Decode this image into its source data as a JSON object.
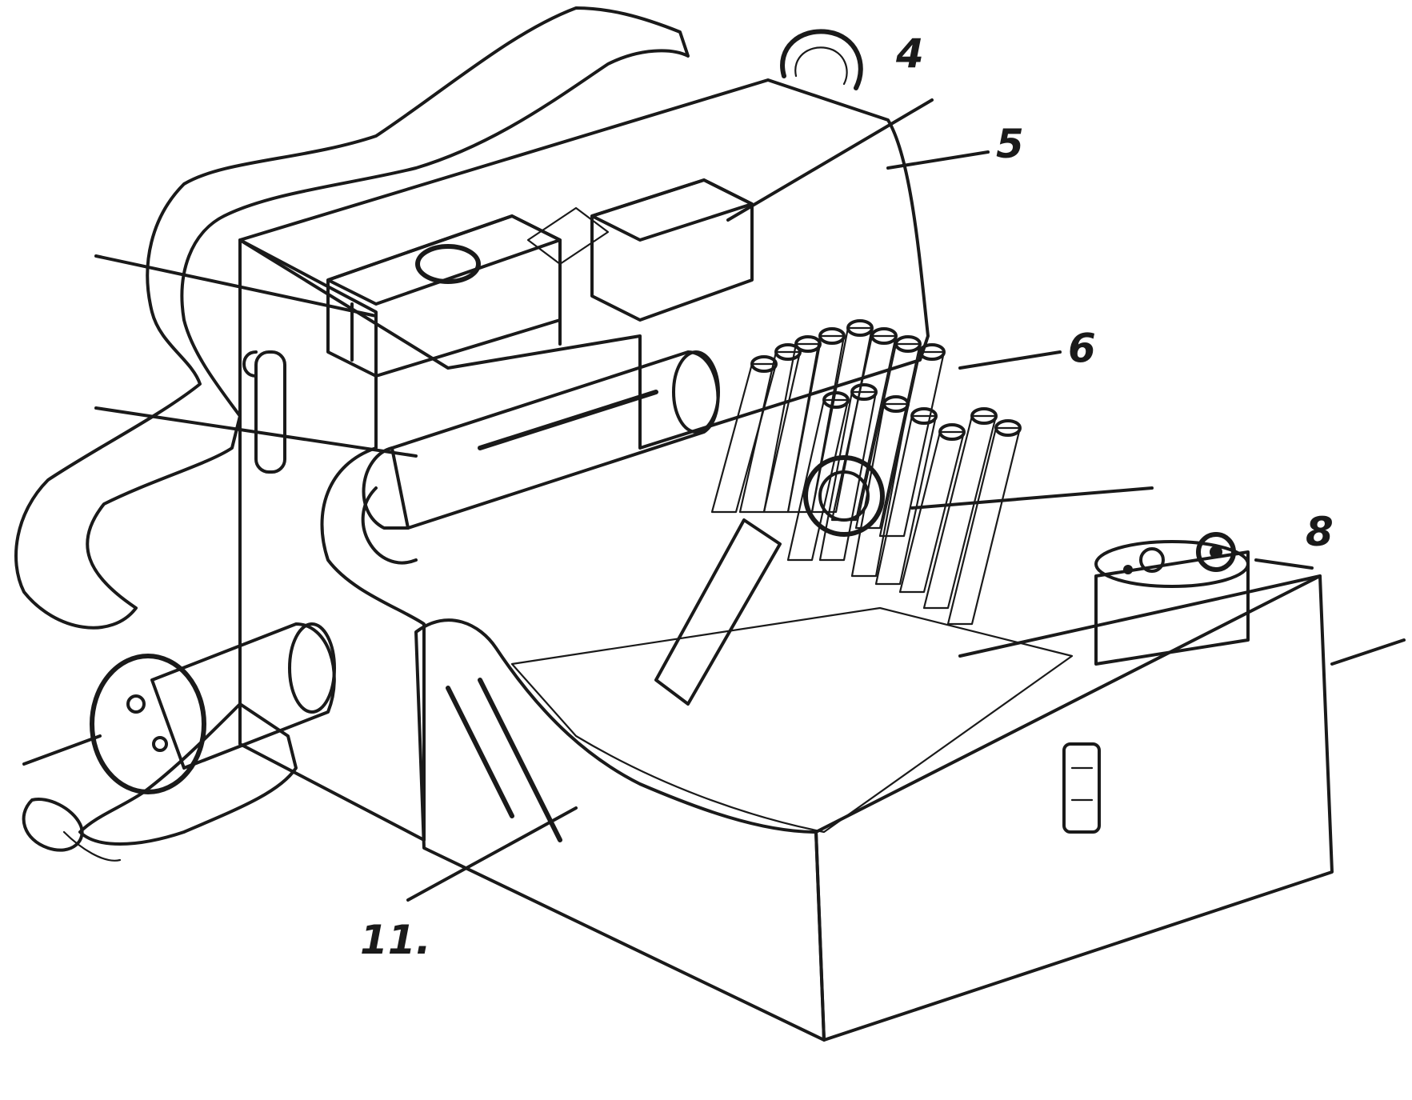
{
  "figure": {
    "callouts": [
      {
        "id": "callout-4",
        "text": "4"
      },
      {
        "id": "callout-5",
        "text": "5"
      },
      {
        "id": "callout-6",
        "text": "6"
      },
      {
        "id": "callout-8",
        "text": "8"
      },
      {
        "id": "callout-11",
        "text": "11."
      }
    ]
  }
}
